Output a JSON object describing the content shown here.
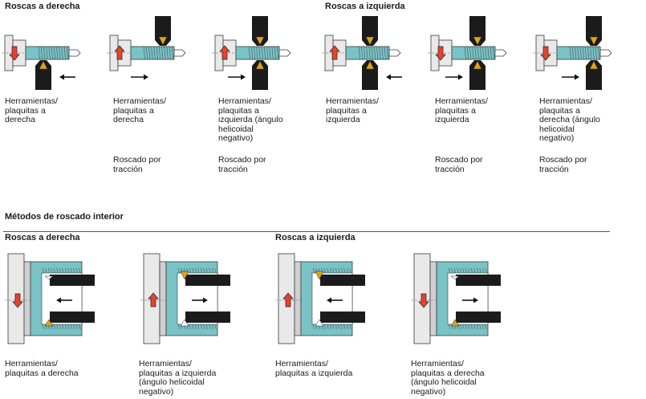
{
  "external": {
    "header_right_hand": "Roscas a derecha",
    "header_left_hand": "Roscas a izquierda",
    "figures": [
      {
        "tool": "Herramientas/\nplaquitas a\nderecha",
        "method": "",
        "arrow": "down"
      },
      {
        "tool": "Herramientas/\nplaquitas a\nderecha",
        "method": "Roscado por\ntracción",
        "arrow": "up"
      },
      {
        "tool": "Herramientas/\nplaquitas a\nizquierda (ángulo\nhelicoidal\nnegativo)",
        "method": "Roscado por\ntracción",
        "arrow": "up"
      },
      {
        "tool": "Herramientas/\nplaquitas a\nizquierda",
        "method": "",
        "arrow": "up"
      },
      {
        "tool": "Herramientas/\nplaquitas a\nizquierda",
        "method": "Roscado por\ntracción",
        "arrow": "down"
      },
      {
        "tool": "Herramientas/\nplaquitas a\nderecha (ángulo\nhelicoidal\nnegativo)",
        "method": "Roscado por\ntracción",
        "arrow": "down"
      }
    ]
  },
  "internal": {
    "section_title": "Métodos de roscado interior",
    "header_right_hand": "Roscas a derecha",
    "header_left_hand": "Roscas a izquierda",
    "figures": [
      {
        "tool": "Herramientas/\nplaquitas a derecha",
        "arrow": "down"
      },
      {
        "tool": "Herramientas/\nplaquitas a izquierda\n(ángulo helicoidal\nnegativo)",
        "arrow": "up"
      },
      {
        "tool": "Herramientas/\nplaquitas a izquierda",
        "arrow": "up"
      },
      {
        "tool": "Herramientas/\nplaquitas a derecha\n(ángulo helicoidal\nnegativo)",
        "arrow": "down"
      }
    ]
  },
  "colors": {
    "workpiece": "#79c3c6",
    "chuck": "#e9e9e9",
    "outline": "#3a3a3a",
    "tool_body": "#1b1b1b",
    "insert": "#e0a21b",
    "arrow": "#e6432c"
  }
}
